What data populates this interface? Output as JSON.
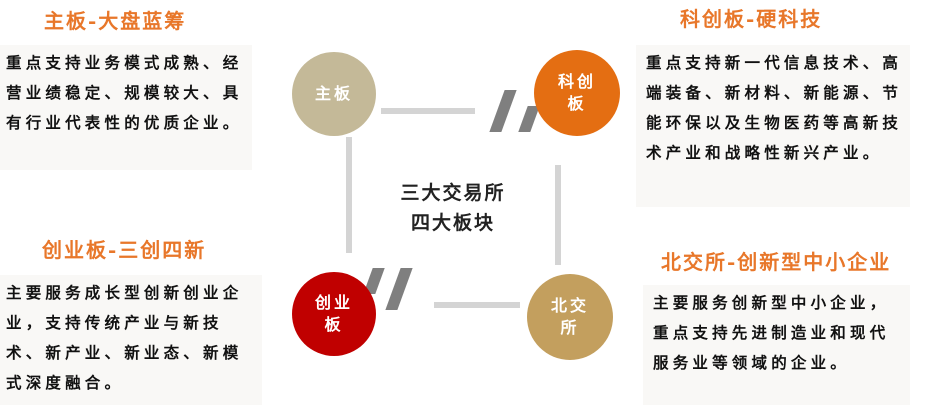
{
  "center": {
    "line1": "三大交易所",
    "line2": "四大板块"
  },
  "boards": [
    {
      "id": "main",
      "circle_label": "主板",
      "color": "#c4b998",
      "title": "主板-大盘蓝筹",
      "description": "重点支持业务模式成熟、经营业绩稳定、规模较大、具有行业代表性的优质企业。"
    },
    {
      "id": "star",
      "circle_label": "科创板",
      "color": "#e46e12",
      "title": "科创板-硬科技",
      "description": "重点支持新一代信息技术、高端装备、新材料、新能源、节能环保以及生物医药等高新技术产业和战略性新兴产业。"
    },
    {
      "id": "chinext",
      "circle_label": "创业板",
      "color": "#c00000",
      "title": "创业板-三创四新",
      "description": "主要服务成长型创新创业企业，支持传统产业与新技术、新产业、新业态、新模式深度融合。"
    },
    {
      "id": "bse",
      "circle_label": "北交所",
      "color": "#c39f5e",
      "title": "北交所-创新型中小企业",
      "description": "主要服务创新型中小企业，重点支持先进制造业和现代服务业等领域的企业。"
    }
  ],
  "colors": {
    "title_accent": "#e8772a",
    "connector": "#d4d4d4",
    "slash": "#7f7f7f",
    "panel_bg": "#f9f8f6"
  }
}
